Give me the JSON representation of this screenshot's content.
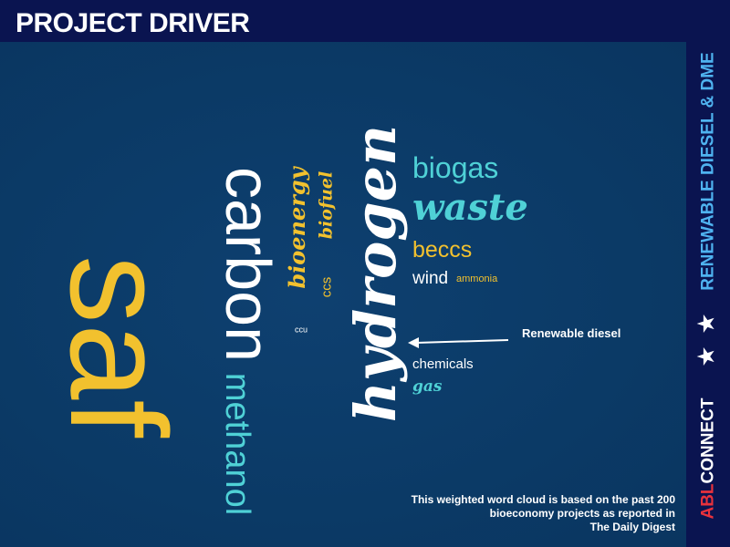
{
  "header": {
    "title": "PROJECT DRIVER"
  },
  "sidebar": {
    "topic": "RENEWABLE DIESEL & DME",
    "brand_abl": "ABL",
    "brand_connect": "CONNECT",
    "stars_icon": "star-icon"
  },
  "cloud": {
    "words": {
      "saf": "saf",
      "methanol": "methanol",
      "carbon": "carbon",
      "hydrogen": "hydrogen",
      "biogas": "biogas",
      "waste": "waste",
      "bioenergy": "bioenergy",
      "biofuel": "biofuel",
      "beccs": "beccs",
      "wind": "wind",
      "ammonia": "ammonia",
      "chemicals": "chemicals",
      "gas": "gas",
      "ccs": "ccs",
      "ccu": "ccu"
    }
  },
  "annotation": {
    "label": "Renewable diesel"
  },
  "footer": {
    "line1": "This weighted word cloud is based on the past 200",
    "line2": "bioeconomy projects as reported in",
    "line3": "The Daily Digest"
  },
  "colors": {
    "yellow": "#f2c12e",
    "teal": "#4fd1d6",
    "navy": "#0a1450",
    "red": "#e8323c",
    "lightblue": "#4fb3f0"
  }
}
